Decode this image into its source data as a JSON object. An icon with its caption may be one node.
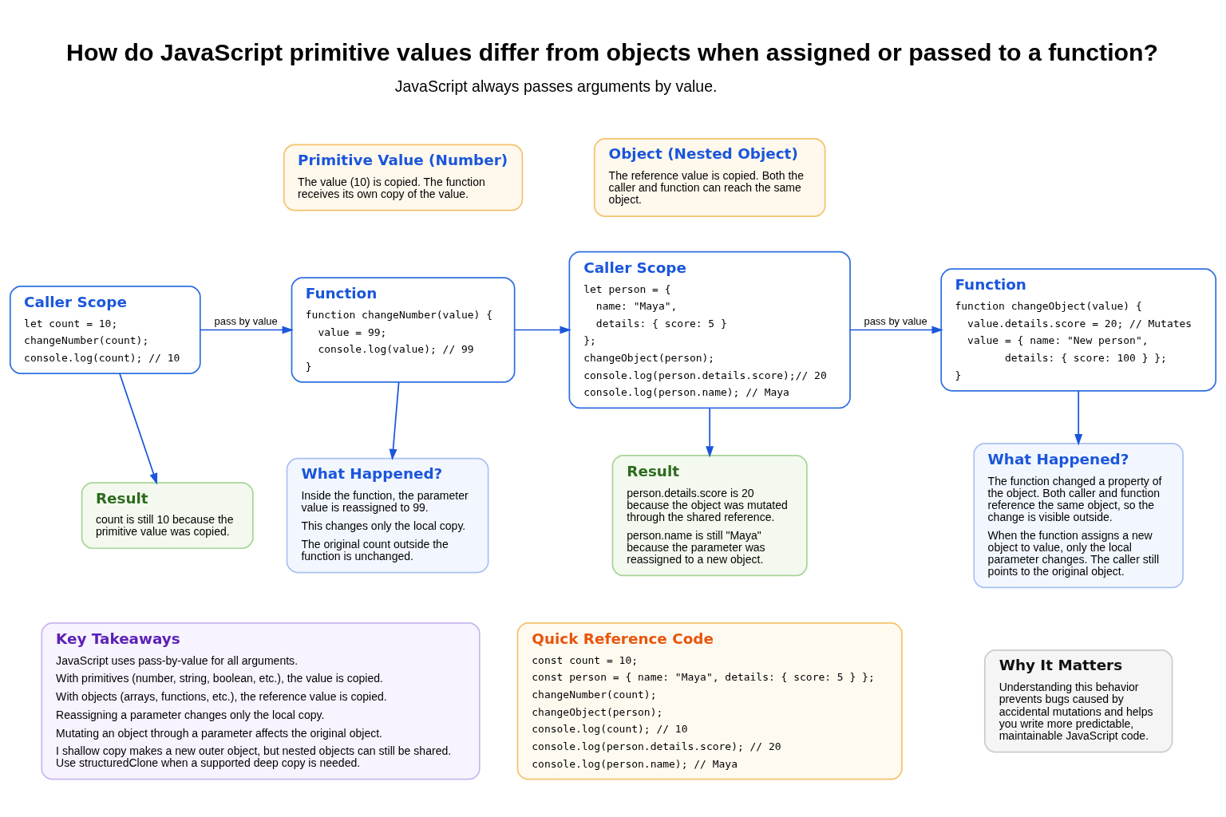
{
  "diagram": {
    "title": "How do JavaScript primitive values differ from objects when assigned or passed to a function?",
    "nodes": [
      {
        "text": [
          "Primitive Value (Number)",
          "The value (10) is copied. The function receives its own copy of the value."
        ]
      },
      {
        "text": [
          "Object (Nested Object)",
          "The reference value is copied. Both the caller and function can reach the same object."
        ]
      },
      {
        "text": [
          "Caller Scope",
          "let count = 10;",
          "changeNumber(count);",
          "console.log(count); // 10"
        ]
      },
      {
        "text": [
          "Function",
          "function changeNumber(value) {",
          "  value = 99;",
          "  console.log(value); // 99",
          "}"
        ]
      },
      {
        "text": [
          "Caller Scope",
          "let person = {",
          "  name: \"Maya\",",
          "  details: { score: 5 }",
          "};",
          "changeObject(person);",
          "console.log(person.details.score);// 20",
          "console.log(person.name); // Maya"
        ]
      },
      {
        "text": [
          "Function",
          "function changeObject(value) {",
          "  value.details.score = 20; // Mutates",
          "  value = { name: \"New person\",",
          "        details: { score: 100 } };",
          "}"
        ]
      },
      {
        "text": [
          "Result",
          "count is still 10 because the primitive value was copied."
        ]
      },
      {
        "text": [
          "What Happened?",
          "Inside the function, the parameter value is reassigned to 99.",
          "This changes only the local copy.",
          "The original count outside the function is unchanged."
        ]
      },
      {
        "text": [
          "Result",
          "person.details.score is 20 because the object was mutated through the shared reference.",
          "person.name is still \"Maya\" because the parameter was reassigned to a new object."
        ]
      },
      {
        "text": [
          "What Happened?",
          "The function changed a property of the object. Both caller and function reference the same object, so the change is visible outside.",
          "When the function assigns a new object to value, only the local parameter changes. The caller still points to the original object."
        ]
      },
      {
        "text": [
          "Key Takeaways",
          "JavaScript uses pass-by-value for all arguments.",
          "With primitives (number, string, boolean, etc.), the value is copied.",
          "With objects (arrays, functions, etc.), the reference value is copied.",
          "Reassigning a parameter changes only the local copy.",
          "Mutating an object through a parameter affects the original object.",
          "I shallow copy makes a new outer object, but nested objects can still be shared. Use structuredClone when a supported deep copy is needed."
        ]
      },
      {
        "text": [
          "Quick Reference Code",
          "const count = 10;",
          "const person = { name: \"Maya\", details: { score: 5 } };",
          "changeNumber(count);",
          "changeObject(person);",
          "console.log(count); // 10",
          "console.log(person.details.score); // 20",
          "console.log(person.name); // Maya"
        ]
      },
      {
        "text": [
          "Why It Matters",
          "Understanding this behavior prevents bugs caused by accidental mutations and helps you write more predictable, maintainable JavaScript code."
        ]
      }
    ],
    "edges": [
      {
        "from": 2,
        "to": 3,
        "arrow": "to",
        "label": "pass by value"
      },
      {
        "from": 3,
        "to": 4,
        "arrow": "to"
      },
      {
        "from": 4,
        "to": 5,
        "arrow": "to",
        "label": "pass by value"
      },
      {
        "from": 2,
        "to": 6,
        "arrow": "to"
      },
      {
        "from": 3,
        "to": 7,
        "arrow": "to"
      },
      {
        "from": 4,
        "to": 8,
        "arrow": "to"
      },
      {
        "from": 5,
        "to": 9,
        "arrow": "to"
      }
    ],
    "labels": [
      "JavaScript always passes arguments by value."
    ]
  }
}
